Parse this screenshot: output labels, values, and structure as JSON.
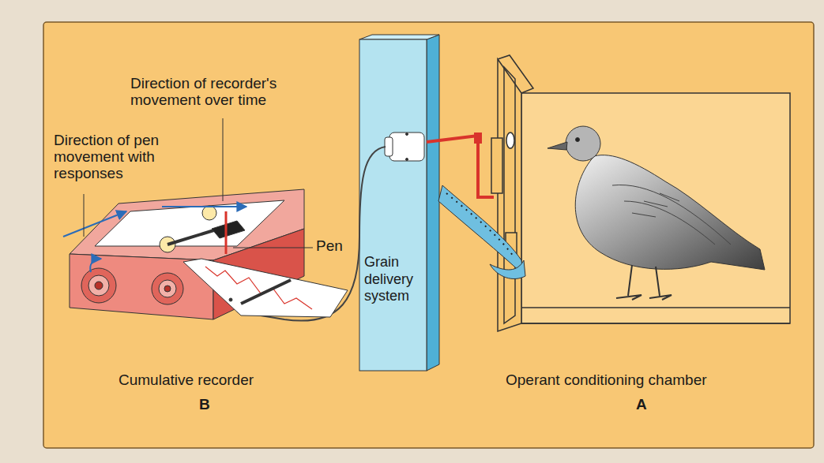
{
  "diagram": {
    "nodes": [
      {
        "text": [
          "Grain delivery system"
        ]
      }
    ],
    "labels": [
      "Direction of recorder's movement over time",
      "Direction of pen movement with responses",
      "Pen",
      "Cumulative recorder",
      "B",
      "Operant conditioning chamber",
      "A"
    ]
  }
}
